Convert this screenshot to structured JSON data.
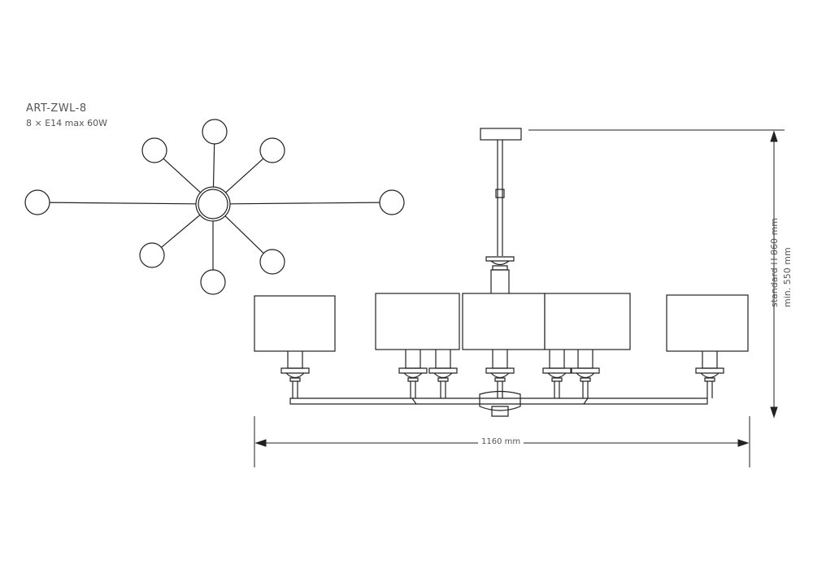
{
  "header": {
    "model": "ART-ZWL-8",
    "spec": "8 × E14 max 60W"
  },
  "dimensions": {
    "width": "1160 mm",
    "height_standard": "standard H 860 mm",
    "height_min": "min. 550 mm"
  },
  "colors": {
    "line": "#222222",
    "text": "#555555"
  }
}
